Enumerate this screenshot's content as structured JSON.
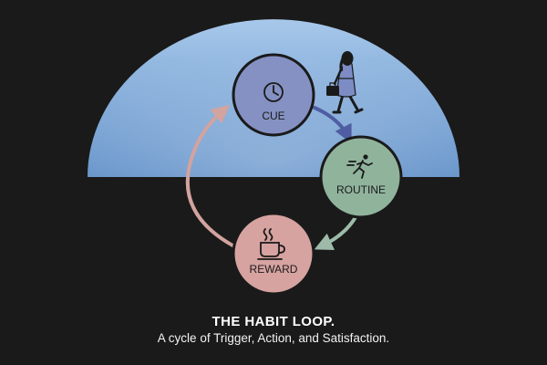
{
  "colors": {
    "background": "#1a1a1a",
    "sky_top": "#a7c8ea",
    "sky_bottom": "#5f8fc8",
    "cue": "#8591c3",
    "routine": "#90b39c",
    "reward": "#d6a3a0",
    "arrow_cue_routine": "#4f5ea2",
    "arrow_routine_reward": "#9dbba8",
    "arrow_reward_cue": "#d2a39f"
  },
  "nodes": {
    "cue": {
      "label": "CUE",
      "icon": "clock-icon"
    },
    "routine": {
      "label": "ROUTINE",
      "icon": "running-person-icon"
    },
    "reward": {
      "label": "REWARD",
      "icon": "coffee-cup-icon"
    }
  },
  "illustration": {
    "icon": "walking-woman-with-briefcase-icon"
  },
  "caption": {
    "title": "THE HABIT LOOP.",
    "subtitle": "A cycle of Trigger, Action, and Satisfaction."
  }
}
